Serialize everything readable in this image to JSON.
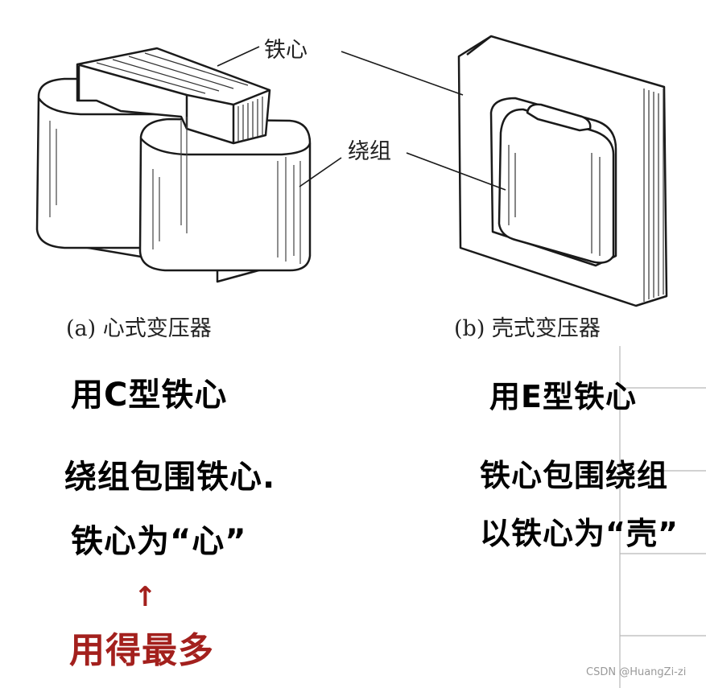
{
  "diagram": {
    "labels": {
      "core": "铁心",
      "winding": "绕组",
      "caption_a": "(a) 心式变压器",
      "caption_b": "(b) 壳式变压器"
    }
  },
  "notes": {
    "left": {
      "line1": "用C型铁心",
      "line2": "绕组包围铁心.",
      "line3": "铁心为“心”",
      "arrow": "↑",
      "emphasis": "用得最多"
    },
    "right": {
      "line1": "用E型铁心",
      "line2": "铁心包围绕组",
      "line3": "以铁心为“壳”"
    }
  },
  "watermark": "CSDN @HuangZi-zi",
  "colors": {
    "ink": "#000000",
    "emphasis": "#a3201d",
    "outline": "#1a1a1a"
  }
}
